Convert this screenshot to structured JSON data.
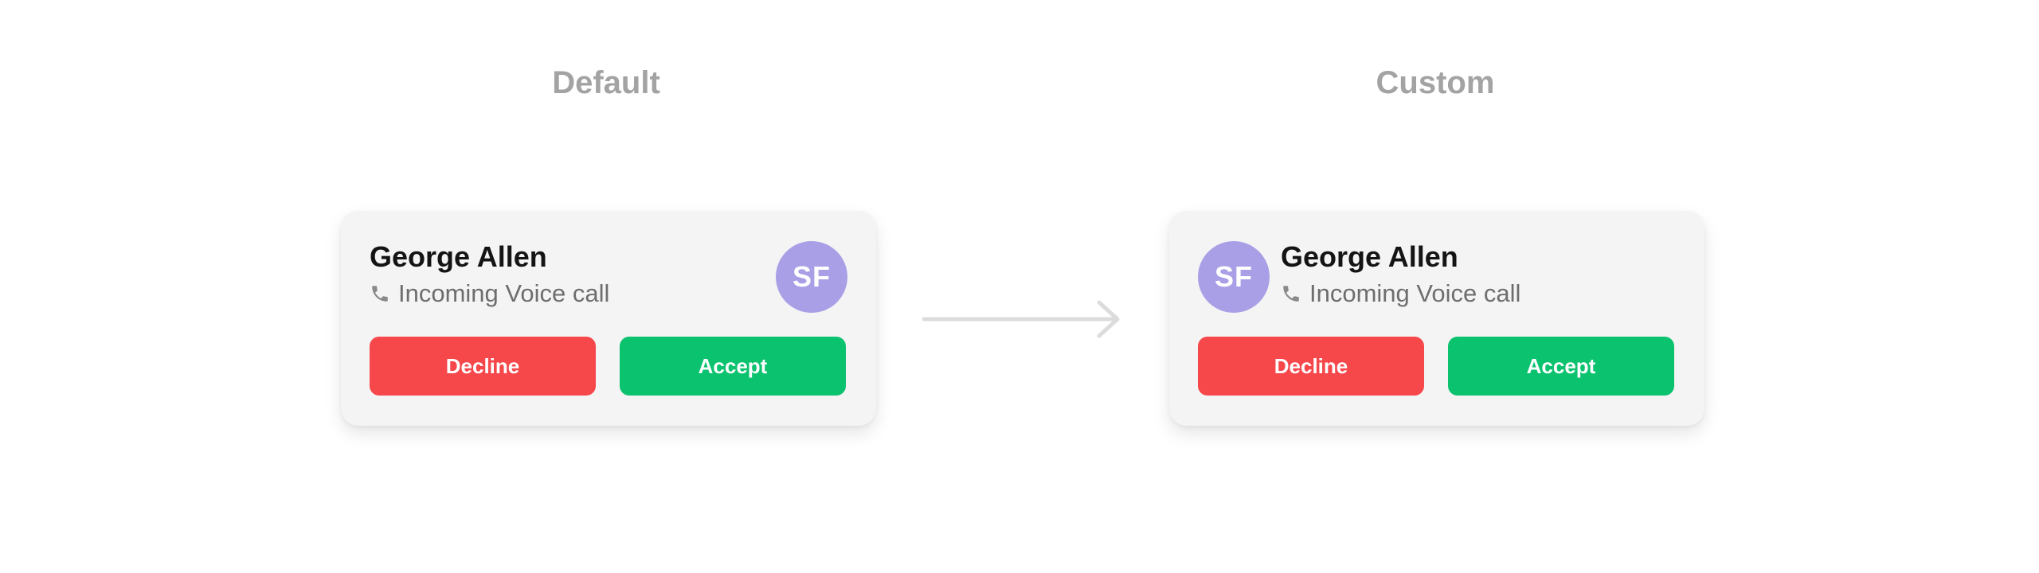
{
  "variants": {
    "default": {
      "heading": "Default",
      "caller_name": "George Allen",
      "call_status": "Incoming Voice call",
      "avatar_initials": "SF",
      "decline_label": "Decline",
      "accept_label": "Accept",
      "avatar_position": "right"
    },
    "custom": {
      "heading": "Custom",
      "caller_name": "George Allen",
      "call_status": "Incoming Voice call",
      "avatar_initials": "SF",
      "decline_label": "Decline",
      "accept_label": "Accept",
      "avatar_position": "left"
    }
  },
  "icons": {
    "status": "phone-icon",
    "transition": "arrow-right-icon"
  },
  "colors": {
    "decline": "#f6474b",
    "accept": "#0bc26f",
    "avatar": "#a99fe6",
    "card": "#f4f4f4",
    "heading": "#a3a3a3",
    "arrow": "#dcdcdc",
    "status_text": "#6e6e6e"
  }
}
